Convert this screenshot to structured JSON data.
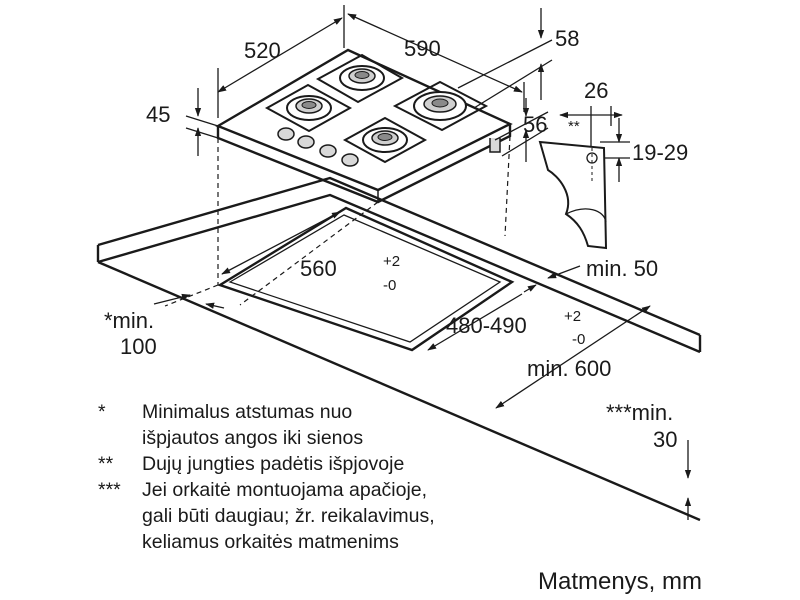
{
  "dimensions": {
    "width": "520",
    "depth": "590",
    "top_offset": "58",
    "hob_height": "45",
    "side_gap": "56",
    "connection_offset": "26",
    "connection_marker": "**",
    "connection_height": "19-29",
    "cutout_width": "560",
    "cutout_width_tol_plus": "+2",
    "cutout_width_tol_minus": "-0",
    "cutout_depth": "480-490",
    "cutout_depth_tol_plus": "+2",
    "cutout_depth_tol_minus": "-0",
    "min_back": "min. 50",
    "min_side_line1": "*min.",
    "min_side_line2": "100",
    "min_front": "min. 600",
    "min_under_line1": "***min.",
    "min_under_line2": "30"
  },
  "notes": [
    {
      "mark": "*",
      "text": "Minimalus atstumas nuo\nišpjautos angos iki sienos"
    },
    {
      "mark": "**",
      "text": "Dujų jungties padėtis išpjovoje"
    },
    {
      "mark": "***",
      "text": "Jei orkaitė montuojama apačioje,\ngali būti daugiau; žr. reikalavimus,\nkeliamus orkaitės matmenims"
    }
  ],
  "units_label": "Matmenys, mm"
}
